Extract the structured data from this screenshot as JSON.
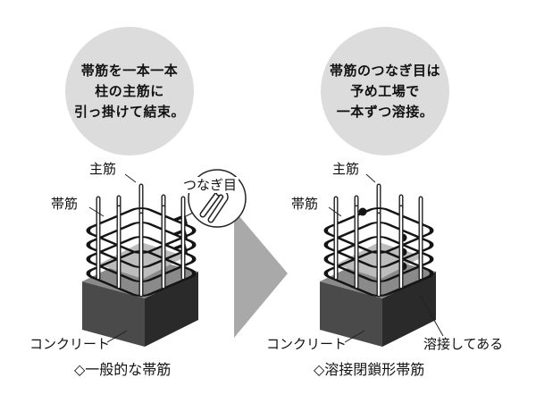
{
  "left": {
    "bubble_lines": [
      "帯筋を一本一本",
      "柱の主筋に",
      "引っ掛けて結束。"
    ],
    "label_main_rebar": "主筋",
    "label_hoop": "帯筋",
    "label_concrete": "コンクリート",
    "zoom_label": "つなぎ目",
    "caption": "◇一般的な帯筋"
  },
  "right": {
    "bubble_lines": [
      "帯筋のつなぎ目は",
      "予め工場で",
      "一本ずつ溶接。"
    ],
    "label_main_rebar": "主筋",
    "label_hoop": "帯筋",
    "label_concrete": "コンクリート",
    "label_welded": "溶接してある",
    "caption": "◇溶接閉鎖形帯筋"
  },
  "colors": {
    "bubble": "#dcdcdc",
    "arrow": "#a9a9a9",
    "concrete_top": "#8a8a8a",
    "concrete_front": "#4a4a4a",
    "concrete_side": "#2a2a2a",
    "core": "#bdbdbd",
    "hoop": "#141414"
  }
}
